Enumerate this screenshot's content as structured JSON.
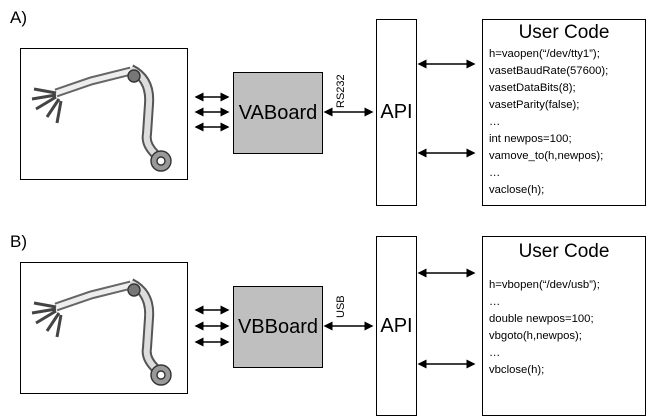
{
  "panels": [
    {
      "label": "A)",
      "board": "VABoard",
      "link": "RS232",
      "api": "API",
      "code_title": "User Code",
      "code_lines": [
        "h=vaopen(“/dev/tty1”);",
        "vasetBaudRate(57600);",
        "vasetDataBits(8);",
        "vasetParity(false);",
        "…",
        "int newpos=100;",
        "vamove_to(h,newpos);",
        "…",
        "vaclose(h);"
      ]
    },
    {
      "label": "B)",
      "board": "VBBoard",
      "link": "USB",
      "api": "API",
      "code_title": "User Code",
      "code_lines": [
        "h=vbopen(“/dev/usb”);",
        "…",
        "double newpos=100;",
        "vbgoto(h,newpos);",
        "…",
        "vbclose(h);"
      ]
    }
  ]
}
